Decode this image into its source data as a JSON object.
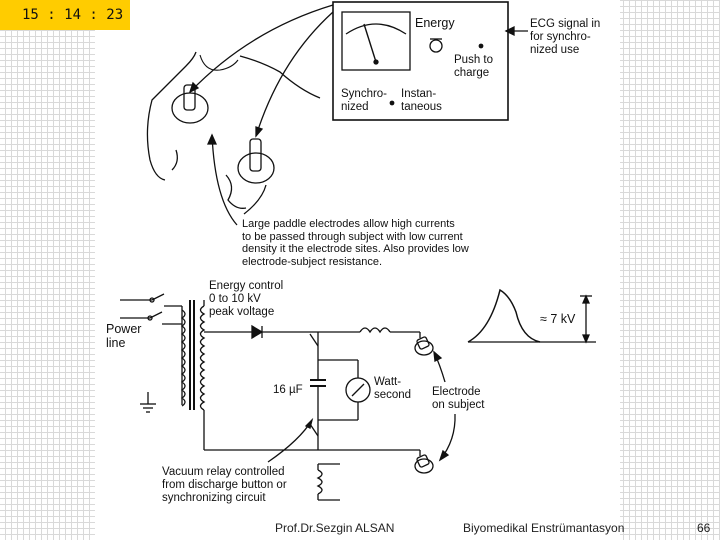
{
  "slide": {
    "clock": "15 : 14 : 23",
    "footer": {
      "author": "Prof.Dr.Sezgin ALSAN",
      "course": "Biyomedikal Enstrümantasyon",
      "page_number": "66"
    }
  },
  "figure": {
    "unit": {
      "energy": "Energy",
      "push_to_charge": "Push to\ncharge",
      "synchronized": "Synchro-\nnized",
      "instantaneous": "Instan-\ntaneous"
    },
    "ecg_note": "ECG signal in\nfor synchro-\nnized use",
    "electrode_note": "Large paddle electrodes allow high currents\nto be passed through subject with low current\ndensity it the electrode sites. Also provides low\nelectrode-subject resistance.",
    "energy_control": "Energy control\n0 to 10 kV\npeak voltage",
    "power_line": "Power\nline",
    "capacitor": "16 µF",
    "meter": "Watt-\nsecond",
    "electrode_on_subject": "Electrode\non subject",
    "relay_note": "Vacuum relay controlled\nfrom discharge button or\nsynchronizing circuit",
    "pulse_peak": "≈ 7 kV"
  }
}
